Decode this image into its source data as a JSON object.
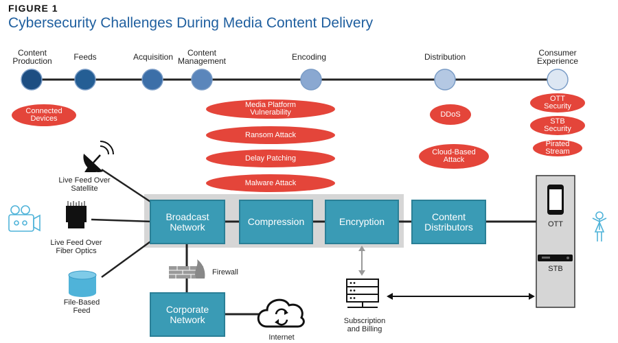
{
  "figure_label": "FIGURE 1",
  "title": "Cybersecurity Challenges During Media Content Delivery",
  "stages": [
    {
      "label": "Content\nProduction",
      "color": "#1d4e82"
    },
    {
      "label": "Feeds",
      "color": "#245e94"
    },
    {
      "label": "Acquisition",
      "color": "#3c6fa8"
    },
    {
      "label": "Content\nManagement",
      "color": "#5b86bb"
    },
    {
      "label": "Encoding",
      "color": "#8aa8d1"
    },
    {
      "label": "Distribution",
      "color": "#b4c8e3"
    },
    {
      "label": "Consumer\nExperience",
      "color": "#dde7f3"
    }
  ],
  "threats": [
    "Connected\nDevices",
    "Media Platform\nVulnerability",
    "Ransom Attack",
    "Delay Patching",
    "Malware Attack",
    "DDoS",
    "Cloud-Based\nAttack",
    "OTT\nSecurity",
    "STB\nSecurity",
    "Pirated\nStream"
  ],
  "sources": {
    "satellite": "Live Feed Over\nSatellite",
    "fiber": "Live Feed Over\nFiber Optics",
    "file": "File-Based\nFeed"
  },
  "boxes": {
    "broadcast": "Broadcast\nNetwork",
    "compression": "Compression",
    "encryption": "Encryption",
    "distributors": "Content\nDistributors",
    "corporate": "Corporate\nNetwork"
  },
  "labels": {
    "firewall": "Firewall",
    "internet": "Internet",
    "subscription": "Subscription\nand Billing",
    "ott": "OTT",
    "stb": "STB"
  },
  "colors": {
    "threat": "#e4453a",
    "box": "#3a9bb5",
    "title": "#1f5f9f",
    "icon": "#4fb3d9"
  }
}
